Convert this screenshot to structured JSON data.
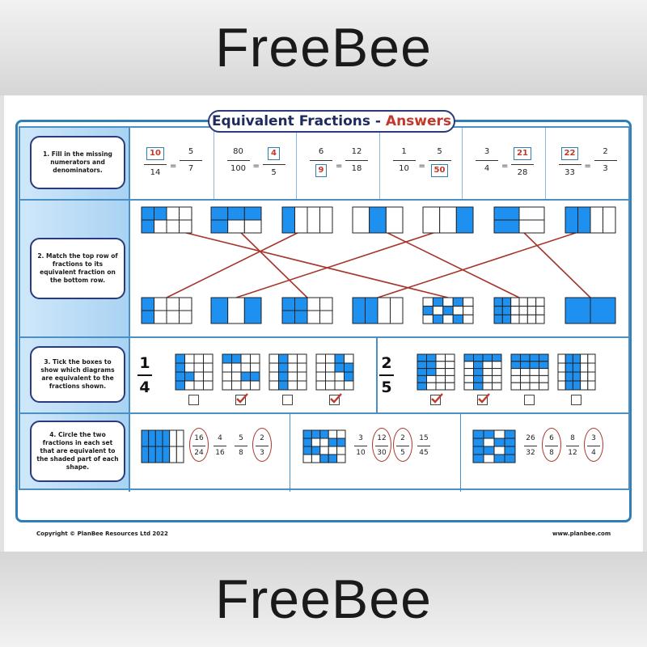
{
  "banner": {
    "top": "FreeBee",
    "bottom": "FreeBee"
  },
  "title": {
    "main": "Equivalent Fractions -",
    "answers": "Answers"
  },
  "colors": {
    "accent": "#2f7fb4",
    "shade": "#1e90f0",
    "answer": "#c0392b",
    "line": "#a6362b"
  },
  "sections": {
    "q1": "1. Fill in the missing numerators and denominators.",
    "q2": "2. Match the top row of fractions to its equivalent fraction on the bottom row.",
    "q3": "3. Tick the boxes to show which diagrams are equivalent to the fractions shown.",
    "q4": "4. Circle the two fractions in each set that are equivalent to the shaded part of each shape."
  },
  "q1": [
    {
      "a": {
        "n": "10",
        "d": "14"
      },
      "b": {
        "n": "5",
        "d": "7"
      },
      "answer": "a.n"
    },
    {
      "a": {
        "n": "80",
        "d": "100"
      },
      "b": {
        "n": "4",
        "d": "5"
      },
      "answer": "b.n"
    },
    {
      "a": {
        "n": "6",
        "d": "9"
      },
      "b": {
        "n": "12",
        "d": "18"
      },
      "answer": "a.d"
    },
    {
      "a": {
        "n": "1",
        "d": "10"
      },
      "b": {
        "n": "5",
        "d": "50"
      },
      "answer": "b.d"
    },
    {
      "a": {
        "n": "3",
        "d": "4"
      },
      "b": {
        "n": "21",
        "d": "28"
      },
      "answer": "b.n"
    },
    {
      "a": {
        "n": "22",
        "d": "33"
      },
      "b": {
        "n": "2",
        "d": "3"
      },
      "answer": "a.n"
    }
  ],
  "q1_equals": "=",
  "q3": [
    {
      "n": "1",
      "d": "4",
      "ticks": [
        false,
        true,
        false,
        true
      ]
    },
    {
      "n": "2",
      "d": "5",
      "ticks": [
        true,
        true,
        false,
        false
      ]
    }
  ],
  "q4": [
    {
      "fractions": [
        {
          "n": "16",
          "d": "24",
          "circled": true
        },
        {
          "n": "4",
          "d": "16",
          "circled": false
        },
        {
          "n": "5",
          "d": "8",
          "circled": false
        },
        {
          "n": "2",
          "d": "3",
          "circled": true
        }
      ]
    },
    {
      "fractions": [
        {
          "n": "3",
          "d": "10",
          "circled": false
        },
        {
          "n": "12",
          "d": "30",
          "circled": true
        },
        {
          "n": "2",
          "d": "5",
          "circled": true
        },
        {
          "n": "15",
          "d": "45",
          "circled": false
        }
      ]
    },
    {
      "fractions": [
        {
          "n": "26",
          "d": "32",
          "circled": false
        },
        {
          "n": "6",
          "d": "8",
          "circled": true
        },
        {
          "n": "8",
          "d": "12",
          "circled": false
        },
        {
          "n": "3",
          "d": "4",
          "circled": true
        }
      ]
    }
  ],
  "footer": {
    "copyright": "Copyright © PlanBee Resources Ltd 2022",
    "site": "www.planbee.com"
  }
}
